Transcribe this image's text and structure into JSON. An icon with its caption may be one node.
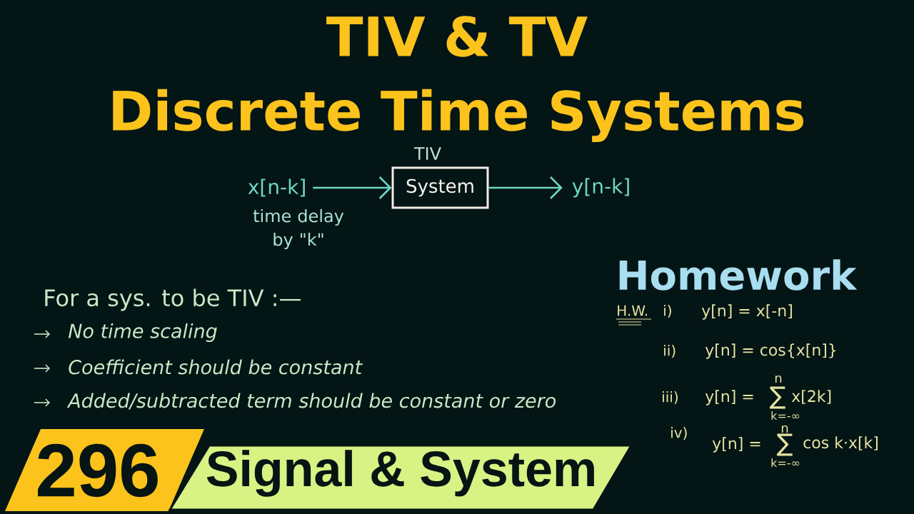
{
  "diagram": {
    "title": "TIV & TV Discrete Time Systems",
    "nodes": [
      {
        "text": [
          "x[n-k]"
        ],
        "beside": [
          "time delay by \"k\""
        ]
      },
      {
        "text": [
          "System"
        ],
        "beside": [
          "TIV"
        ]
      },
      {
        "text": [
          "y[n-k]"
        ]
      },
      {
        "text": [
          "296"
        ]
      },
      {
        "text": [
          "Signal & System"
        ]
      }
    ],
    "edges": [
      {
        "from": 0,
        "to": 1,
        "arrow": "to"
      },
      {
        "from": 1,
        "to": 2,
        "arrow": "to"
      }
    ],
    "labels": [
      "For a sys. to be TIV :—",
      "No time scaling",
      "Coefficient should be constant",
      "Added/subtracted term should be constant or zero",
      "Homework",
      "H.W.",
      "i)",
      "y[n] = x[-n]",
      "ii)",
      "y[n] = cos{x[n]}",
      "iii)",
      "y[n] =",
      "n",
      "∑",
      "k=-∞",
      "x[2k]",
      "iv)",
      "y[n] =",
      "n",
      "∑",
      "k=-∞",
      "cos k·x[k]"
    ]
  }
}
